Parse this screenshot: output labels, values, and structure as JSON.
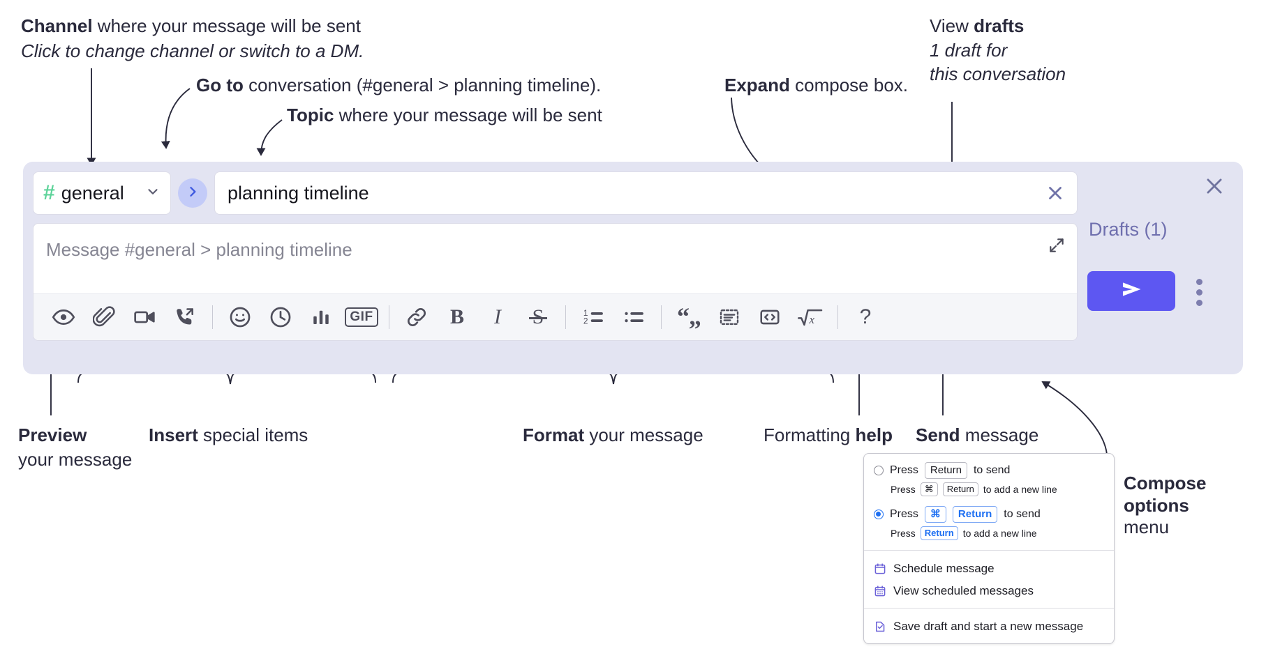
{
  "annotations": {
    "channel": {
      "bold": "Channel",
      "rest": " where your message will be sent",
      "sub": "Click to change channel or switch to a DM."
    },
    "goto": {
      "bold": "Go to",
      "rest": " conversation (#general > planning timeline)."
    },
    "topic": {
      "bold": "Topic",
      "rest": " where your message will be sent"
    },
    "expand": {
      "bold": "Expand",
      "rest": " compose box."
    },
    "drafts": {
      "line1_normal": "View ",
      "line1_bold": "drafts",
      "line2": "1 draft for",
      "line3": "this conversation"
    },
    "preview": {
      "bold": "Preview",
      "line2": "your message"
    },
    "insert": {
      "bold": "Insert",
      "rest": " special items"
    },
    "format": {
      "bold": "Format",
      "rest": " your message"
    },
    "help": {
      "normal": "Formatting ",
      "bold": "help"
    },
    "send": {
      "bold": "Send",
      "rest": " message"
    },
    "compose_options": {
      "line1": "Compose",
      "line2": "options",
      "line3": "menu"
    }
  },
  "compose": {
    "channel": {
      "hash": "#",
      "name": "general",
      "dropdown_icon": "chevron-down-icon"
    },
    "goto_button_icon": "chevron-right-icon",
    "topic": {
      "value": "planning timeline",
      "clear_icon": "close-icon"
    },
    "message": {
      "placeholder": "Message #general > planning timeline",
      "expand_icon": "expand-arrows-icon"
    },
    "close_icon": "close-icon",
    "drafts_label": "Drafts (1)",
    "send_icon": "send-paper-plane-icon",
    "kebab_icon": "more-options-vertical-icon",
    "toolbar": [
      {
        "name": "preview-icon",
        "group": "preview"
      },
      {
        "name": "attachment-paperclip-icon",
        "group": "insert"
      },
      {
        "name": "video-camera-icon",
        "group": "insert"
      },
      {
        "name": "huddle-phone-icon",
        "group": "insert"
      },
      {
        "name": "separator",
        "group": "sep"
      },
      {
        "name": "emoji-smiley-icon",
        "group": "insert"
      },
      {
        "name": "clock-icon",
        "group": "insert"
      },
      {
        "name": "poll-bar-chart-icon",
        "group": "insert"
      },
      {
        "name": "gif-icon",
        "group": "insert",
        "label": "GIF"
      },
      {
        "name": "separator",
        "group": "sep"
      },
      {
        "name": "link-icon",
        "group": "format"
      },
      {
        "name": "bold-icon",
        "group": "format",
        "label": "B"
      },
      {
        "name": "italic-icon",
        "group": "format",
        "label": "I"
      },
      {
        "name": "strikethrough-icon",
        "group": "format",
        "label": "S"
      },
      {
        "name": "separator",
        "group": "sep"
      },
      {
        "name": "ordered-list-icon",
        "group": "format"
      },
      {
        "name": "bulleted-list-icon",
        "group": "format"
      },
      {
        "name": "separator",
        "group": "sep"
      },
      {
        "name": "blockquote-icon",
        "group": "format"
      },
      {
        "name": "code-block-icon",
        "group": "format"
      },
      {
        "name": "code-icon",
        "group": "format"
      },
      {
        "name": "latex-math-icon",
        "group": "format"
      },
      {
        "name": "separator",
        "group": "sep"
      },
      {
        "name": "formatting-help-icon",
        "group": "help",
        "label": "?"
      }
    ]
  },
  "menu": {
    "option1": {
      "press": "Press",
      "key": "Return",
      "suffix": "to send",
      "selected": false
    },
    "option1_sub": {
      "press": "Press",
      "key_cmd": "⌘",
      "key_return": "Return",
      "suffix": "to add a new line"
    },
    "option2": {
      "press": "Press",
      "key_cmd": "⌘",
      "key_return": "Return",
      "suffix": "to send",
      "selected": true
    },
    "option2_sub": {
      "press": "Press",
      "key_return": "Return",
      "suffix": "to add a new line"
    },
    "items": [
      {
        "label": "Schedule message",
        "icon": "calendar-icon"
      },
      {
        "label": "View scheduled messages",
        "icon": "calendar-grid-icon"
      },
      {
        "label": "Save draft and start a new message",
        "icon": "document-check-icon"
      }
    ]
  },
  "colors": {
    "panel_bg": "#e3e4f2",
    "send_button": "#5d57f2",
    "hash_green": "#5ed39a",
    "drafts_text": "#6f6fae",
    "goto_circle": "#c3cbf8",
    "accent_blue": "#1d6ff2"
  }
}
